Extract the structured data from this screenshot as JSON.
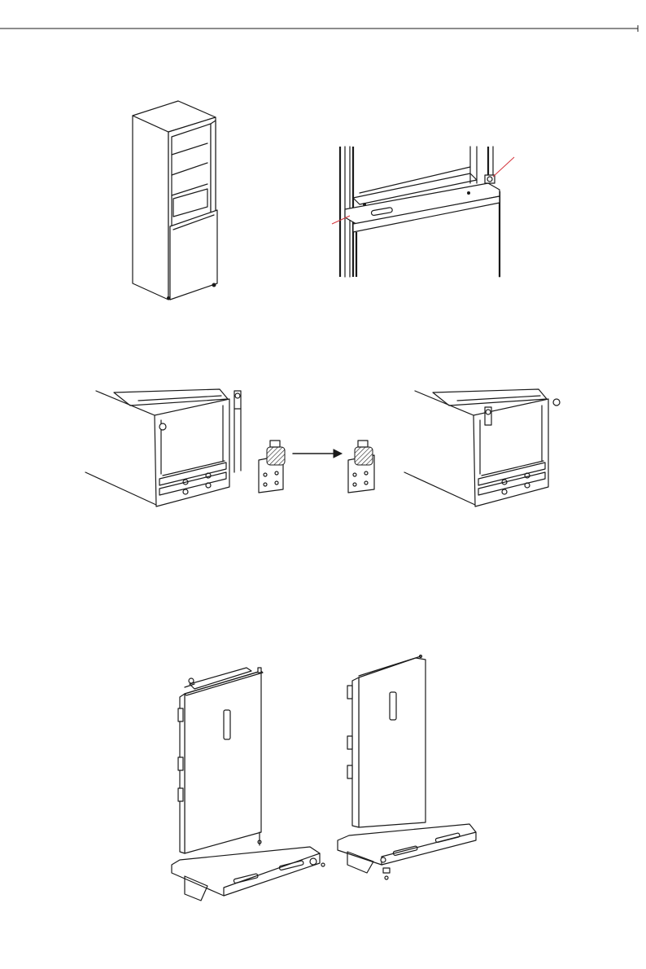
{
  "page": {
    "background": "#ffffff",
    "line_color": "#1a1a1a",
    "accent_color": "#d4333b"
  },
  "figures": [
    {
      "id": "fridge-overview",
      "icon": "refrigerator-open-icon"
    },
    {
      "id": "top-hinge-closeup",
      "icon": "hinge-closeup-icon"
    },
    {
      "id": "hinge-before",
      "icon": "cabinet-hinge-icon"
    },
    {
      "id": "hinge-bracket-swap",
      "icon": "hinge-bracket-icon"
    },
    {
      "id": "hinge-after",
      "icon": "cabinet-hinge-icon"
    },
    {
      "id": "door-swap",
      "icon": "door-panel-icon"
    }
  ]
}
